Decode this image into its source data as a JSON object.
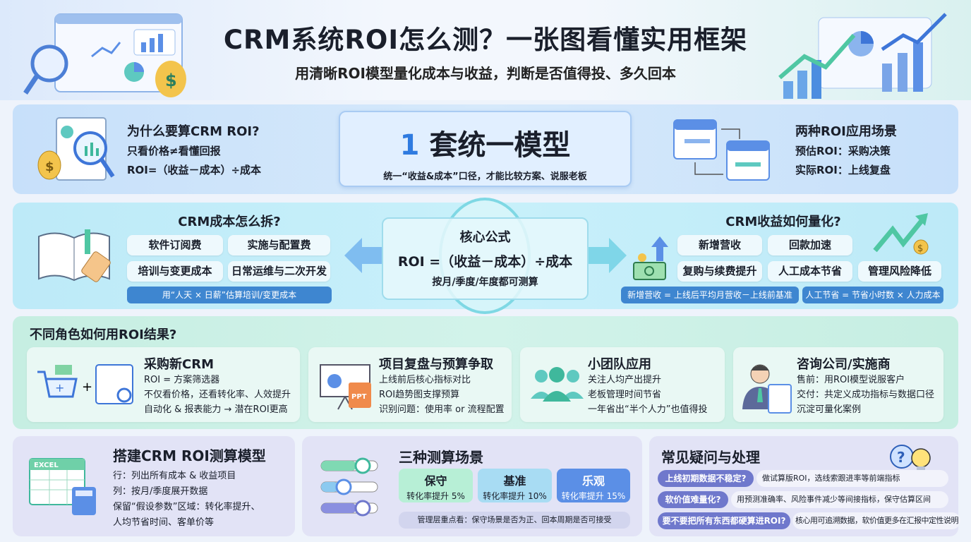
{
  "header": {
    "title": "CRM系统ROI怎么测？一张图看懂实用框架",
    "subtitle": "用清晰ROI模型量化成本与收益，判断是否值得投、多久回本"
  },
  "why": {
    "title": "为什么要算CRM ROI?",
    "lines": [
      "只看价格≠看懂回报",
      "ROI=（收益－成本）÷成本"
    ]
  },
  "model": {
    "number": "1",
    "title": "套统一模型",
    "caption": "统一“收益&成本”口径，才能比较方案、说服老板"
  },
  "scenarios": {
    "title": "两种ROI应用场景",
    "lines": [
      "预估ROI：采购决策",
      "实际ROI：上线复盘"
    ]
  },
  "cost": {
    "title": "CRM成本怎么拆?",
    "items": [
      "软件订阅费",
      "实施与配置费",
      "培训与变更成本",
      "日常运维与二次开发"
    ],
    "note": "用“人天 × 日薪”估算培训/变更成本"
  },
  "formula": {
    "title": "核心公式",
    "formula": "ROI =（收益－成本）÷成本",
    "note": "按月/季度/年度都可测算"
  },
  "benefit": {
    "title": "CRM收益如何量化?",
    "items": [
      "新增营收",
      "回款加速",
      "复购与续费提升",
      "人工成本节省",
      "管理风险降低"
    ],
    "notes": [
      "新增营收 = 上线后平均月营收－上线前基准",
      "人工节省 = 节省小时数 × 人力成本"
    ]
  },
  "roles": {
    "title": "不同角色如何用ROI结果?",
    "cards": [
      {
        "title": "采购新CRM",
        "lines": [
          "ROI = 方案筛选器",
          "不仅看价格，还看转化率、人效提升",
          "自动化 & 报表能力 → 潜在ROI更高"
        ]
      },
      {
        "title": "项目复盘与预算争取",
        "lines": [
          "上线前后核心指标对比",
          "ROI趋势图支撑预算",
          "识别问题：使用率 or 流程配置"
        ],
        "badge": "PPT"
      },
      {
        "title": "小团队应用",
        "lines": [
          "关注人均产出提升",
          "老板管理时间节省",
          "一年省出“半个人力”也值得投"
        ]
      },
      {
        "title": "咨询公司/实施商",
        "lines": [
          "售前：用ROI模型说服客户",
          "交付：共定义成功指标与数据口径",
          "沉淀可量化案例"
        ]
      }
    ]
  },
  "build": {
    "title": "搭建CRM ROI测算模型",
    "icon_label": "EXCEL",
    "lines": [
      "行：列出所有成本 & 收益项目",
      "列：按月/季度展开数据",
      "保留“假设参数”区域：转化率提升、",
      "人均节省时间、客单价等"
    ]
  },
  "three": {
    "title": "三种测算场景",
    "items": [
      {
        "name": "保守",
        "value": "转化率提升 5%",
        "color": "#b7efd6"
      },
      {
        "name": "基准",
        "value": "转化率提升 10%",
        "color": "#a8dcf3"
      },
      {
        "name": "乐观",
        "value": "转化率提升 15%",
        "color": "#5b8fe6"
      }
    ],
    "note": "管理层重点看：保守场景是否为正、回本周期是否可接受"
  },
  "faq": {
    "title": "常见疑问与处理",
    "items": [
      {
        "q": "上线初期数据不稳定?",
        "a": "做试算版ROI，选线索跟进率等前端指标"
      },
      {
        "q": "软价值难量化?",
        "a": "用预测准确率、风险事件减少等间接指标，保守估算区间"
      },
      {
        "q": "要不要把所有东西都硬算进ROI?",
        "a": "核心用可追溯数据，软价值更多在汇报中定性说明"
      }
    ]
  }
}
